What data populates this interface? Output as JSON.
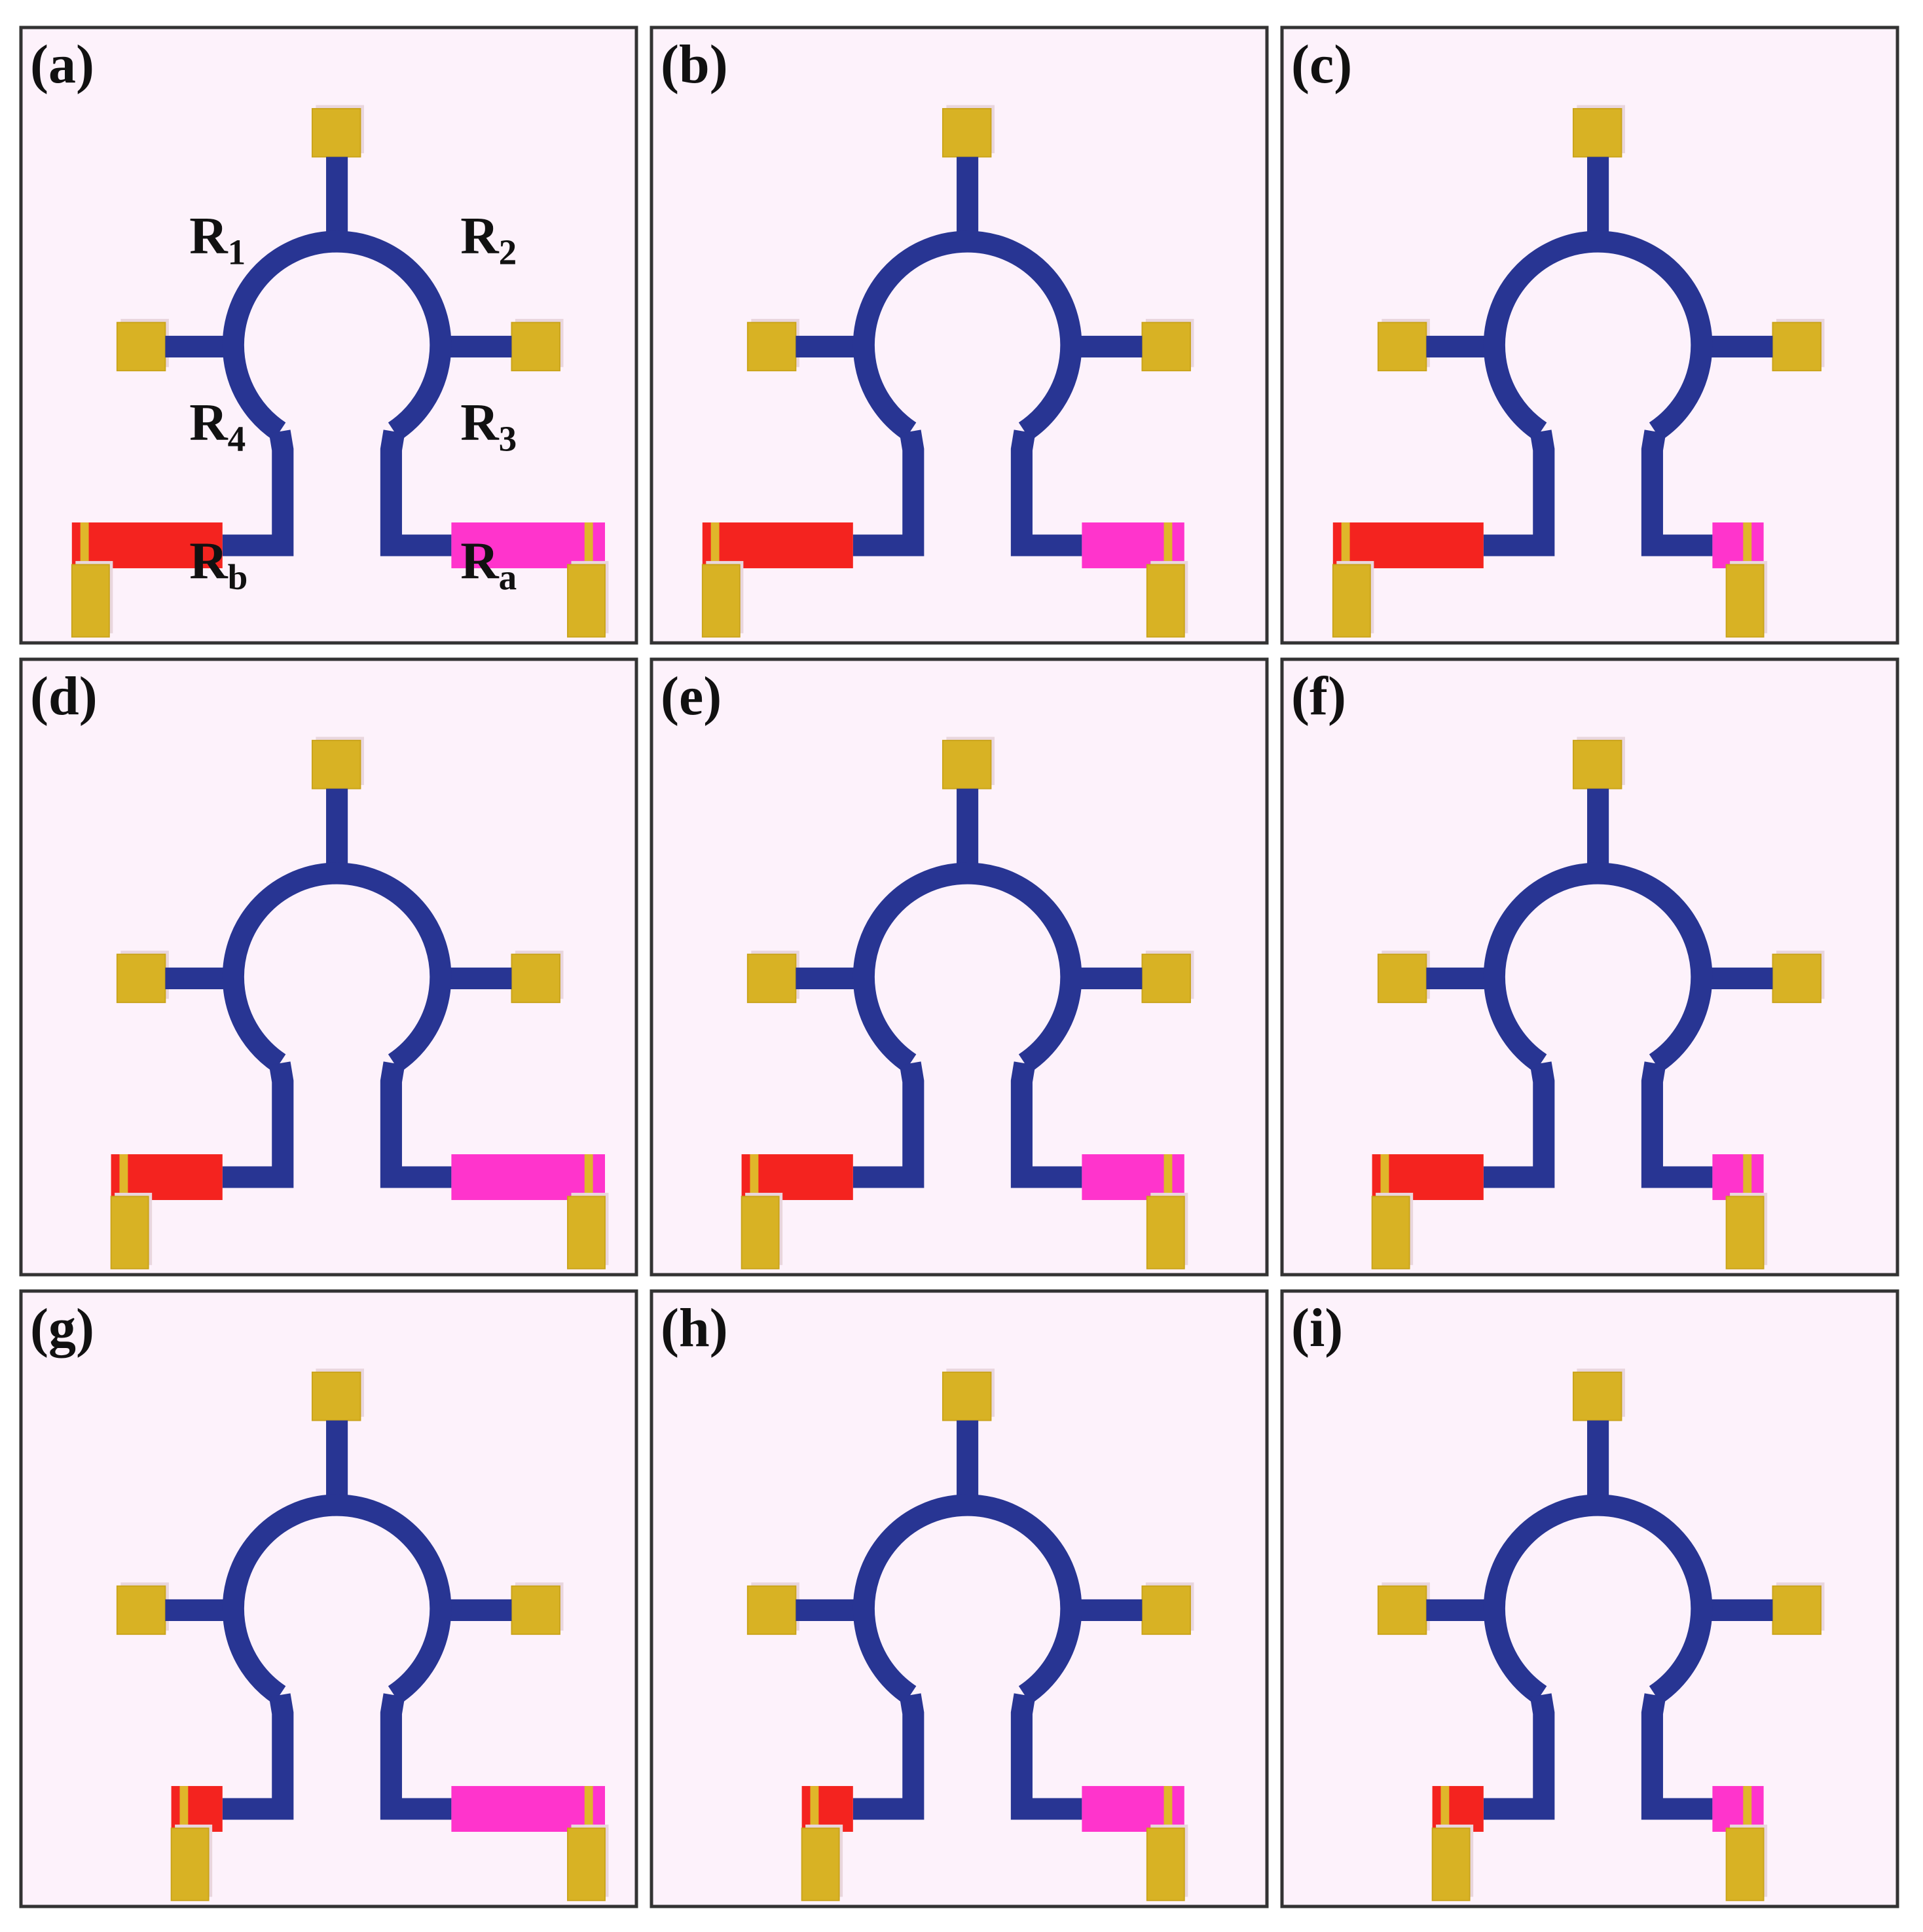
{
  "colors": {
    "background": "#fdf2fb",
    "frame": "#333333",
    "ring": "#283593",
    "pad": "#d8b224",
    "resistor_b": "#f4231f",
    "resistor_a": "#ff34cc"
  },
  "labels": {
    "R1": {
      "main": "R",
      "sub": "1"
    },
    "R2": {
      "main": "R",
      "sub": "2"
    },
    "R3": {
      "main": "R",
      "sub": "3"
    },
    "R4": {
      "main": "R",
      "sub": "4"
    },
    "Rb": {
      "main": "R",
      "sub": "b"
    },
    "Ra": {
      "main": "R",
      "sub": "a"
    }
  },
  "panels": [
    {
      "label": "(a)",
      "rb_size": "large",
      "ra_size": "large"
    },
    {
      "label": "(b)",
      "rb_size": "large",
      "ra_size": "medium"
    },
    {
      "label": "(c)",
      "rb_size": "large",
      "ra_size": "small"
    },
    {
      "label": "(d)",
      "rb_size": "medium",
      "ra_size": "large"
    },
    {
      "label": "(e)",
      "rb_size": "medium",
      "ra_size": "medium"
    },
    {
      "label": "(f)",
      "rb_size": "medium",
      "ra_size": "small"
    },
    {
      "label": "(g)",
      "rb_size": "small",
      "ra_size": "large"
    },
    {
      "label": "(h)",
      "rb_size": "small",
      "ra_size": "medium"
    },
    {
      "label": "(i)",
      "rb_size": "small",
      "ra_size": "small"
    }
  ]
}
